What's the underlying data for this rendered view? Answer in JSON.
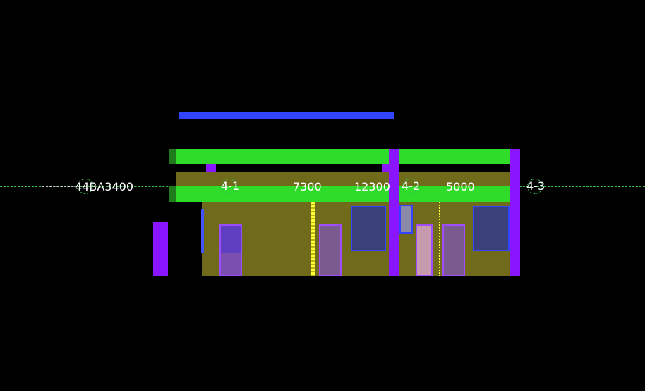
{
  "viewer": {
    "background_color": "#000000",
    "grid_axes": [
      {
        "label": "44BA3400",
        "role": "grid-left"
      },
      {
        "label": "4-1",
        "role": "grid-bubble"
      },
      {
        "label": "7300",
        "role": "dimension"
      },
      {
        "label": "12300",
        "role": "dimension"
      },
      {
        "label": "4-2",
        "role": "grid-bubble"
      },
      {
        "label": "5000",
        "role": "dimension"
      },
      {
        "label": "4-3",
        "role": "grid-bubble"
      }
    ]
  },
  "colors": {
    "slab": "#2fdc2a",
    "beam": "#3344ff",
    "column": "#8a16ff",
    "wall": "#6f6b1a",
    "marker": "#ffff33"
  }
}
